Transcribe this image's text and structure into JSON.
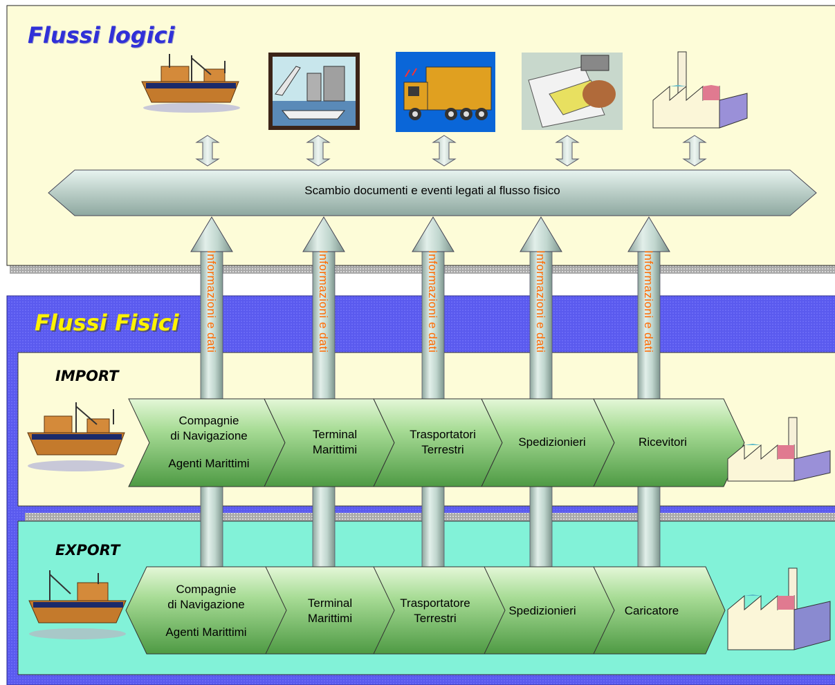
{
  "titles": {
    "logici": "Flussi logici",
    "fisici": "Flussi Fisici"
  },
  "bus": {
    "label": "Scambio documenti e eventi legati al flusso fisico"
  },
  "vertical_label": "Informazioni e dati",
  "import": {
    "label": "IMPORT",
    "stages": [
      {
        "line1": "Compagnie",
        "line2": "di Navigazione",
        "line3": "Agenti Marittimi"
      },
      {
        "line1": "Terminal",
        "line2": "Marittimi"
      },
      {
        "line1": "Trasportatori",
        "line2": "Terrestri"
      },
      {
        "line1": "Spedizionieri"
      },
      {
        "line1": "Ricevitori"
      }
    ]
  },
  "export": {
    "label": "EXPORT",
    "stages": [
      {
        "line1": "Compagnie",
        "line2": "di Navigazione",
        "line3": "Agenti Marittimi"
      },
      {
        "line1": "Terminal",
        "line2": "Marittimi"
      },
      {
        "line1": "Trasportatore",
        "line2": "Terrestri"
      },
      {
        "line1": "Spedizionieri"
      },
      {
        "line1": "Caricatore"
      }
    ]
  },
  "colors": {
    "logici_panel": "#fdfcd8",
    "fisici_panel": "#5c5cf0",
    "import_panel": "#fdfcd8",
    "export_panel": "#80f0d8",
    "chevron_green": "#7cc470",
    "arrow_gray": "#b8cfc8",
    "vertical_text": "#ff6a00"
  },
  "icons": [
    "ship-icon",
    "port-cranes-icon",
    "truck-icon",
    "documents-icon",
    "factory-icon"
  ]
}
